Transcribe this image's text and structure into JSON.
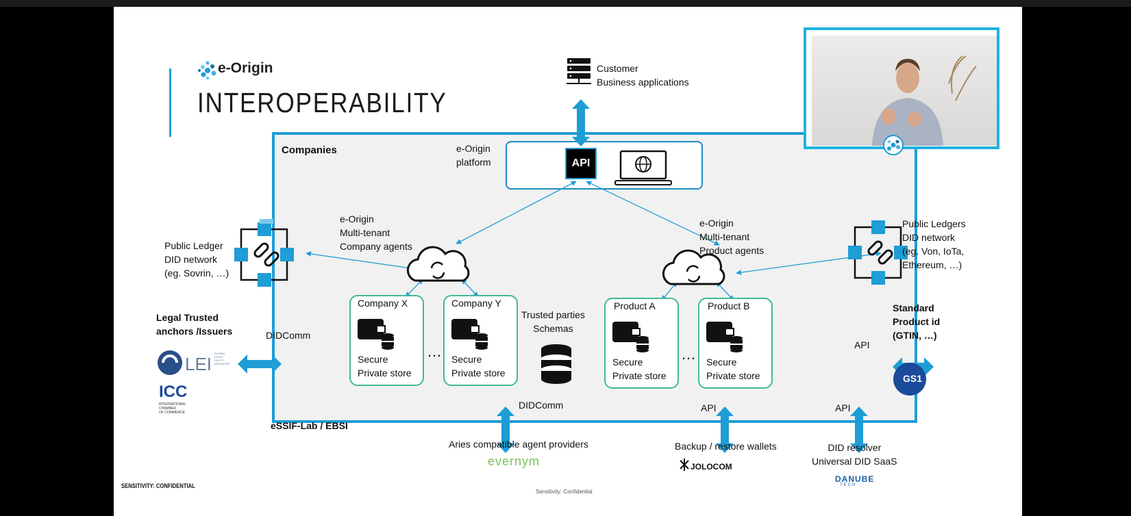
{
  "slide": {
    "brand": "e-Origin",
    "title": "INTEROPERABILITY",
    "customer": "Customer\nBusiness applications",
    "platform_label": "e-Origin\nplatform",
    "api_label": "API",
    "companies_label": "Companies",
    "company_agents": "e-Origin\nMulti-tenant\nCompany agents",
    "product_agents": "e-Origin\nMulti-tenant\nProduct agents",
    "public_ledger_left": "Public Ledger\nDID network\n(eg. Sovrin, …)",
    "public_ledgers_right": "Public Ledgers\nDID network\n(eg. Von, IoTa,\nEthereum, …)",
    "legal_trusted": "Legal Trusted\nanchors /Issuers",
    "didcomm_left": "DIDComm",
    "didcomm_bottom": "DIDComm",
    "standard_product": "Standard\nProduct id\n(GTIN, …)",
    "api_right": "API",
    "api_bottom_1": "API",
    "api_bottom_2": "API",
    "trusted_parties": "Trusted parties\nSchemas",
    "ellipsis": "…",
    "cards": [
      {
        "title": "Company X",
        "store": "Secure\nPrivate store"
      },
      {
        "title": "Company Y",
        "store": "Secure\nPrivate store"
      },
      {
        "title": "Product A",
        "store": "Secure\nPrivate store"
      },
      {
        "title": "Product B",
        "store": "Secure\nPrivate store"
      }
    ],
    "essif": "eSSIF-Lab / EBSI",
    "aries": "Aries compatible agent providers",
    "evernym": "evernym",
    "backup": "Backup / restore wallets",
    "jolocom": "JOLOCOM",
    "did_resolver": "DID resolver\nUniversal DID SaaS",
    "danube": "DANUBE",
    "danube_sub": "TECH",
    "lei": "LEI",
    "lei_sub": "GLOBAL\nLEGAL\nENTITY\nIDENTIFIER",
    "icc": "ICC",
    "icc_sub": "INTERNATIONAL\nCHAMBER\nOF COMMERCE",
    "gs1": "GS1",
    "sensitivity_left": "SENSITIVITY: CONFIDENTIAL",
    "sensitivity_center": "Sensitivity: Confidential"
  },
  "colors": {
    "accent": "#1e9dd6",
    "card_border": "#41b897",
    "panel": "#f1f1f1"
  }
}
